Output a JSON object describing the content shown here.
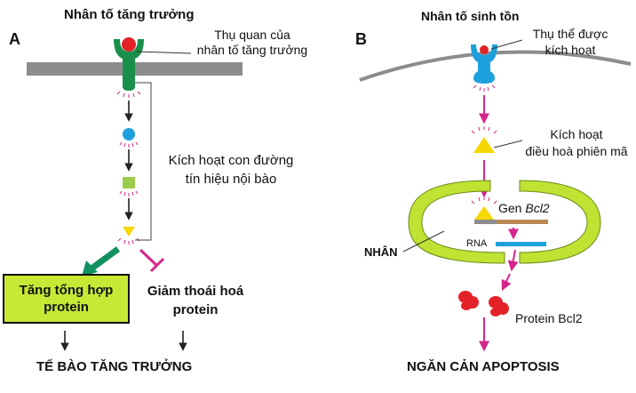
{
  "panel_a": {
    "label": "A",
    "growth_factor": "Nhân tố tăng trưởng",
    "receptor_line1": "Thụ quan của",
    "receptor_line2": "nhân tố tăng trưởng",
    "pathway_line1": "Kích hoạt con đường",
    "pathway_line2": "tín hiệu nội bào",
    "box_line1": "Tăng tổng hợp",
    "box_line2": "protein",
    "decrease_line1": "Giảm thoái hoá",
    "decrease_line2": "protein",
    "result": "TẾ BÀO TĂNG TRƯỞNG"
  },
  "panel_b": {
    "label": "B",
    "survival_factor": "Nhân tố sinh tồn",
    "receptor_line1": "Thụ thể được",
    "receptor_line2": "kích hoạt",
    "activation_line1": "Kích hoạt",
    "activation_line2": "điều hoà phiên mã",
    "gene_prefix": "Gen ",
    "gene_name": "Bcl2",
    "rna": "RNA",
    "nucleus": "NHÂN",
    "protein": "Protein Bcl2",
    "result": "NGĂN CẢN APOPTOSIS"
  },
  "colors": {
    "membrane": "#8c8c8c",
    "receptor_green": "#1a8f4a",
    "ligand_red": "#e32227",
    "signal_blue": "#1ea0dc",
    "signal_square": "#9ccb4b",
    "triangle_yellow": "#f5d800",
    "magenta": "#d6258a",
    "green_arrow": "#119060",
    "box_fill": "#c7e835",
    "nucleus_fill": "#bfe233",
    "dna_tan": "#b98a55",
    "dna_grey": "#8c8c8c",
    "rna_blue": "#1ea0dc",
    "protein_red": "#e32227"
  }
}
